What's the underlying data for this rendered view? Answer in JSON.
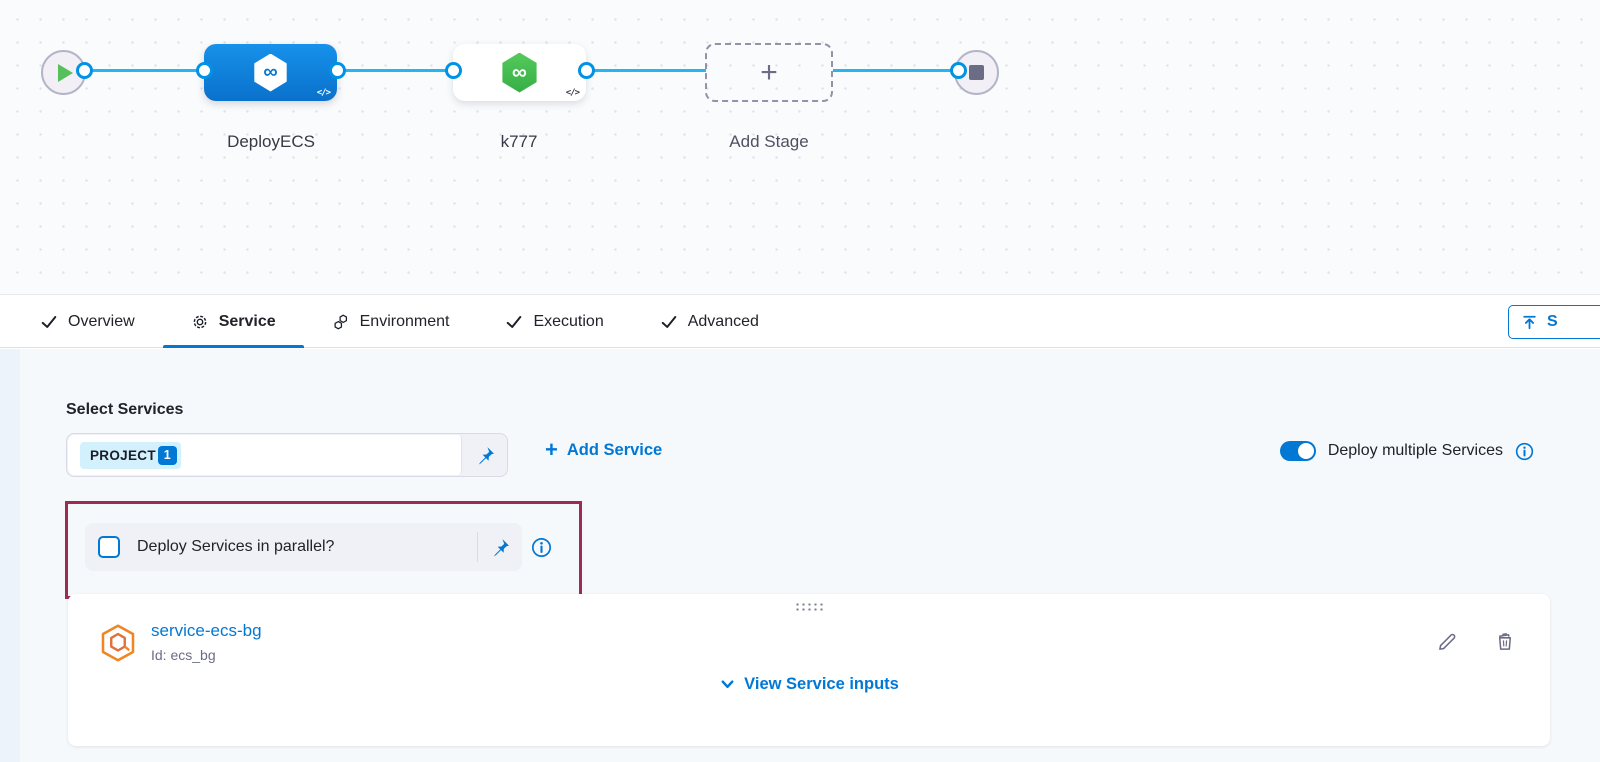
{
  "canvas": {
    "stage_deploy_label": "DeployECS",
    "stage_k777_label": "k777",
    "add_stage_label": "Add Stage"
  },
  "icons": {
    "infinity": "∞",
    "code_badge": "</>",
    "plus": "+"
  },
  "tabs": {
    "overview": "Overview",
    "service": "Service",
    "environment": "Environment",
    "execution": "Execution",
    "advanced": "Advanced",
    "save_visible": "S"
  },
  "services": {
    "label": "Select Services",
    "tag_label": "PROJECT",
    "tag_count": "1",
    "add_service_label": "Add Service",
    "deploy_multiple_label": "Deploy multiple Services",
    "parallel_label": "Deploy Services in parallel?"
  },
  "card": {
    "name": "service-ecs-bg",
    "id_text": "Id: ecs_bg",
    "view_inputs_label": "View Service inputs"
  },
  "colors": {
    "primary_blue": "#0278d5",
    "connector_cyan": "#25b5f0",
    "ring_blue": "#0092e4",
    "stage_green": "#42ba57",
    "highlight_maroon": "#9e2b50",
    "service_icon_orange": "#ee8625"
  }
}
